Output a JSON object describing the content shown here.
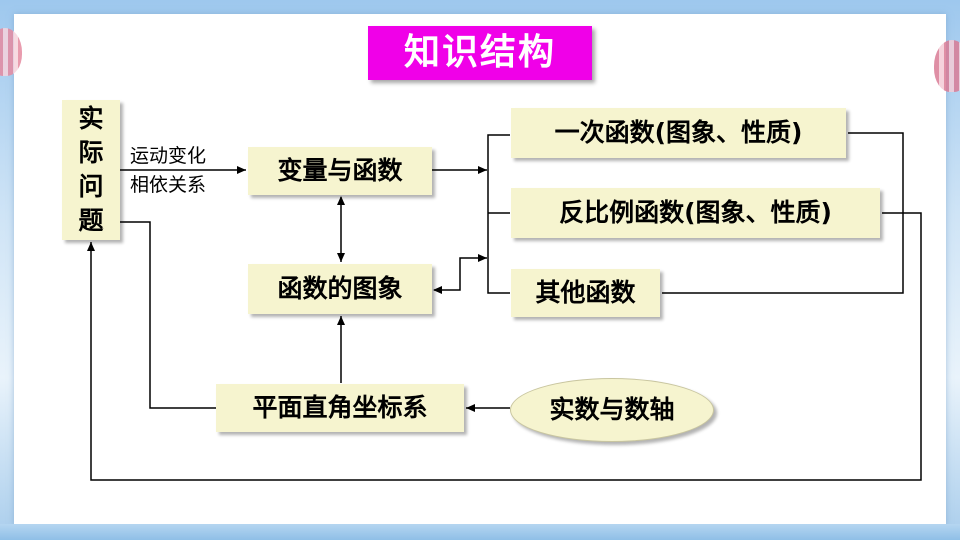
{
  "title": "知识结构",
  "nodes": {
    "real_problem": [
      "实",
      "际",
      "问",
      "题"
    ],
    "variables_functions": "变量与函数",
    "function_graph": "函数的图象",
    "linear_function": "一次函数(图象、性质)",
    "inverse_proportion": "反比例函数(图象、性质)",
    "other_functions": "其他函数",
    "coordinate_system": "平面直角坐标系",
    "real_numbers_axis": "实数与数轴"
  },
  "edge_labels": {
    "motion_change": "运动变化",
    "dependency": "相依关系"
  },
  "colors": {
    "title_bg": "#f000e8",
    "node_bg": "#f6f4cf",
    "line": "#000000"
  }
}
